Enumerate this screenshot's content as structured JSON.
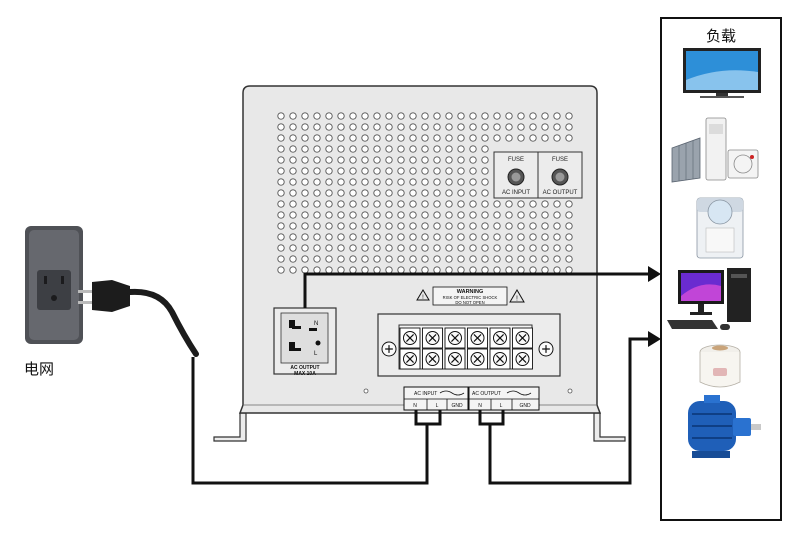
{
  "labels": {
    "grid": "电网",
    "load": "负载"
  },
  "device": {
    "fuse_left_label": "FUSE",
    "fuse_left_caption": "AC INPUT",
    "fuse_right_label": "FUSE",
    "fuse_right_caption": "AC OUTPUT",
    "warning_title": "WARNING",
    "warning_line1": "RISK OF ELECTRIC SHOCK",
    "warning_line2": "DO NOT OPEN",
    "socket_caption_line1": "AC  OUTPUT",
    "socket_caption_line2": "MAX 10A",
    "socket_mark_n": "N",
    "socket_mark_l": "L",
    "ac_input_label": "AC INPUT",
    "ac_output_label": "AC OUTPUT",
    "input_term_n": "N",
    "input_term_l": "L",
    "input_term_gnd": "GND",
    "output_term_n": "N",
    "output_term_l": "L",
    "output_term_gnd": "GND"
  },
  "loads": [
    {
      "icon": "tv-icon"
    },
    {
      "icon": "air-conditioner-icon"
    },
    {
      "icon": "washing-machine-icon"
    },
    {
      "icon": "desktop-computer-icon"
    },
    {
      "icon": "rice-cooker-icon"
    },
    {
      "icon": "electric-motor-icon"
    }
  ],
  "colors": {
    "panel": "#e8e8e8",
    "wire": "#111111",
    "motor": "#1f5fb8",
    "screen": "#2d8fd8"
  }
}
